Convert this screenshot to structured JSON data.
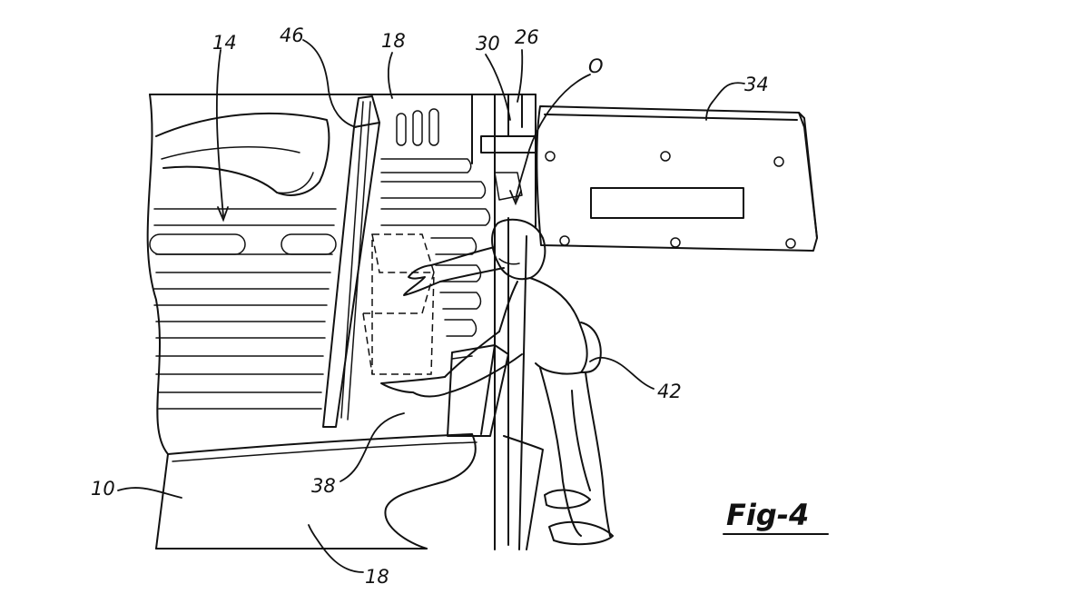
{
  "figure": {
    "label": "Fig-4"
  },
  "reference_numerals": [
    {
      "id": "ref-14",
      "text": "14"
    },
    {
      "id": "ref-46",
      "text": "46"
    },
    {
      "id": "ref-18-top",
      "text": "18"
    },
    {
      "id": "ref-30",
      "text": "30"
    },
    {
      "id": "ref-26",
      "text": "26"
    },
    {
      "id": "ref-O",
      "text": "O"
    },
    {
      "id": "ref-34",
      "text": "34"
    },
    {
      "id": "ref-42",
      "text": "42"
    },
    {
      "id": "ref-38",
      "text": "38"
    },
    {
      "id": "ref-10",
      "text": "10"
    },
    {
      "id": "ref-18-bottom",
      "text": "18"
    }
  ]
}
